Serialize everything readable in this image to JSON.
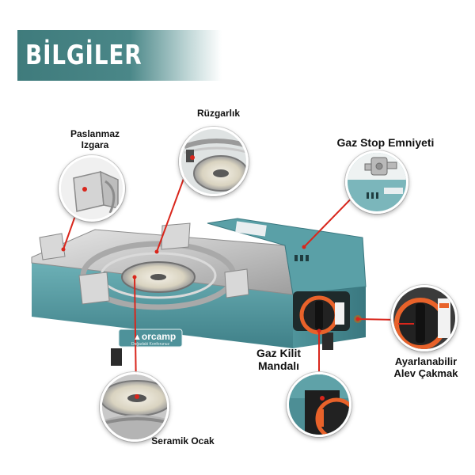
{
  "title": "BİLGİLER",
  "labels": {
    "grate_line1": "Paslanmaz",
    "grate_line2": "Izgara",
    "windshield": "Rüzgarlık",
    "gas_stop": "Gaz Stop Emniyeti",
    "ignition_line1": "Ayarlanabilir",
    "ignition_line2": "Alev Çakmak",
    "lock_line1": "Gaz Kilit",
    "lock_line2": "Mandalı",
    "burner": "Seramik Ocak"
  },
  "brand": {
    "name": "orcamp",
    "tagline": "Doğadaki Konforunuz"
  },
  "colors": {
    "banner": "#3f7b7c",
    "body_teal": "#5fa2a8",
    "steel": "#c9c9c9",
    "knob_orange": "#e8622a",
    "pointer_red": "#d9261c"
  }
}
